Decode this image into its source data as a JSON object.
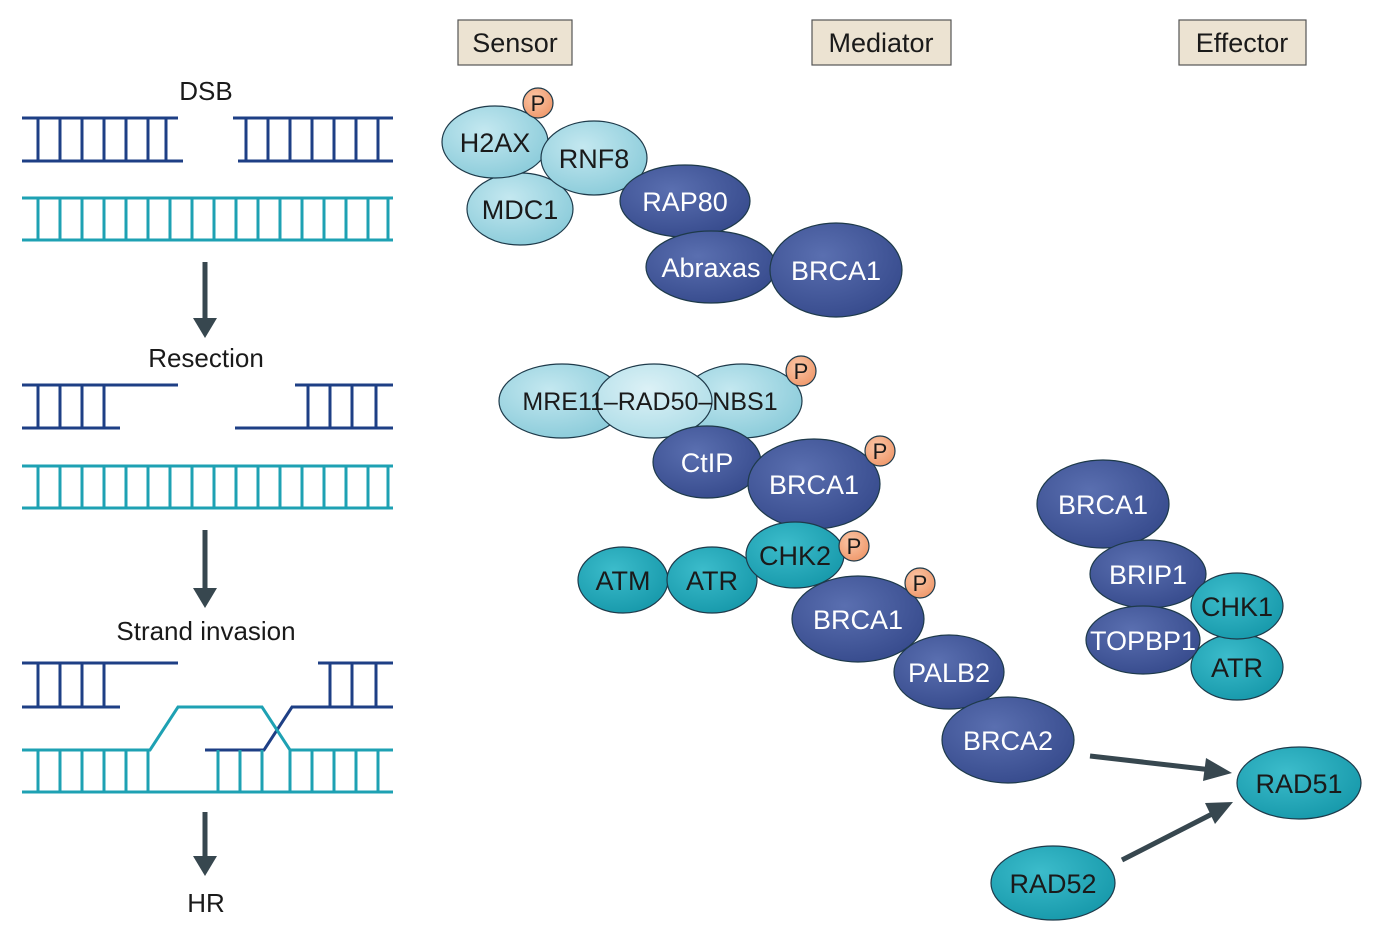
{
  "headers": {
    "sensor": "Sensor",
    "mediator": "Mediator",
    "effector": "Effector"
  },
  "steps": {
    "dsb": "DSB",
    "resection": "Resection",
    "strand_invasion": "Strand invasion",
    "hr": "HR"
  },
  "phospho_label": "P",
  "proteins": {
    "h2ax": "H2AX",
    "rnf8": "RNF8",
    "mdc1": "MDC1",
    "rap80": "RAP80",
    "abraxas": "Abraxas",
    "brca1_a": "BRCA1",
    "mrn": "MRE11–RAD50–NBS1",
    "ctip": "CtIP",
    "brca1_b": "BRCA1",
    "atm": "ATM",
    "atr_a": "ATR",
    "chk2": "CHK2",
    "brca1_c": "BRCA1",
    "palb2": "PALB2",
    "brca2": "BRCA2",
    "brca1_d": "BRCA1",
    "brip1": "BRIP1",
    "topbp1": "TOPBP1",
    "chk1": "CHK1",
    "atr_b": "ATR",
    "rad51": "RAD51",
    "rad52": "RAD52"
  },
  "colors": {
    "sensor_light": "#8fd0de",
    "sensor_lighter": "#c6e7ef",
    "mediator_dark": "#3f5497",
    "effector_teal": "#1ba2b4",
    "phospho": "#f3a27a",
    "dna_dark": "#1e3f85",
    "dna_teal": "#1ea1b3",
    "header_fill": "#ece3d2",
    "arrow": "#37474f"
  }
}
